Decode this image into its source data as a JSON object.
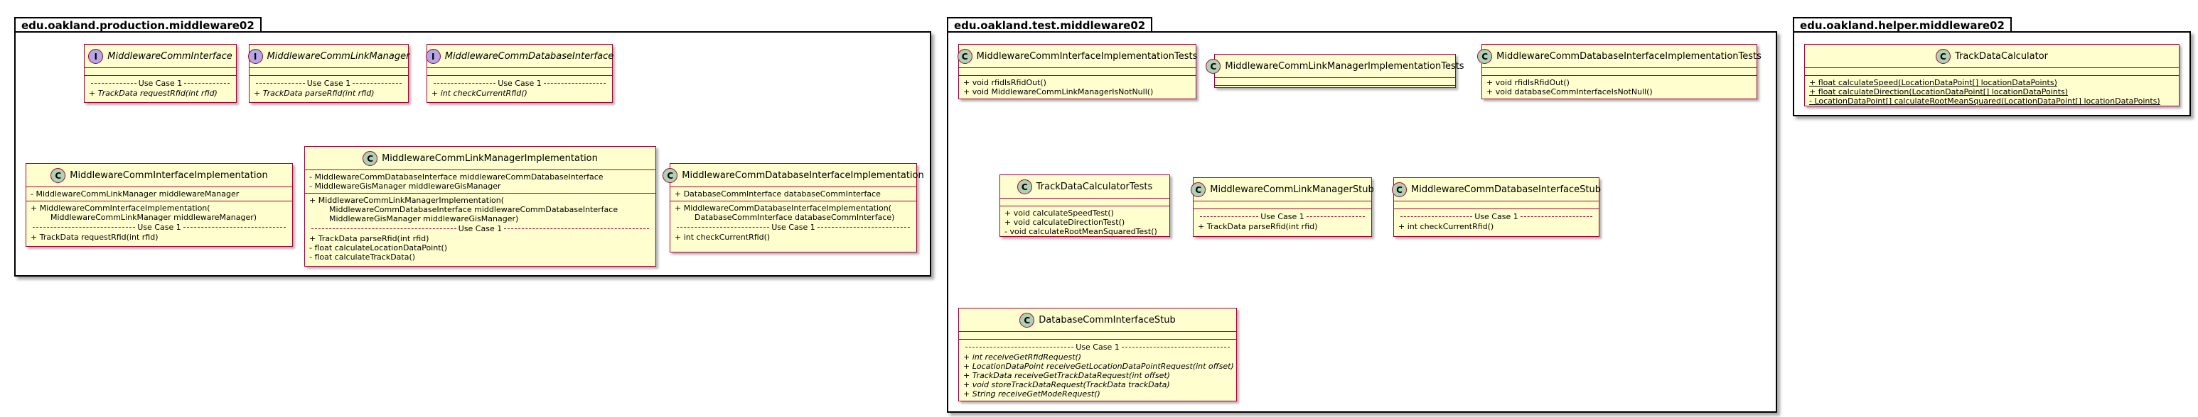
{
  "packages": {
    "production": {
      "name": "edu.oakland.production.middleware02",
      "classes": {
        "iface": {
          "name": "MiddlewareCommInterface",
          "sep": "Use Case 1",
          "m1": "+ TrackData requestRfid(int rfid)"
        },
        "link": {
          "name": "MiddlewareCommLinkManager",
          "sep": "Use Case 1",
          "m1": "+ TrackData parseRfid(int rfid)"
        },
        "dbi": {
          "name": "MiddlewareCommDatabaseInterface",
          "sep": "Use Case 1",
          "m1": "+ int checkCurrentRfid()"
        },
        "ifaceImpl": {
          "name": "MiddlewareCommInterfaceImplementation",
          "f1": "- MiddlewareCommLinkManager middlewareManager",
          "m1": "+ MiddlewareCommInterfaceImplementation(",
          "m2": "        MiddlewareCommLinkManager middlewareManager)",
          "sep": "Use Case 1",
          "m3": "+ TrackData requestRfid(int rfid)"
        },
        "linkImpl": {
          "name": "MiddlewareCommLinkManagerImplementation",
          "f1": "- MiddlewareCommDatabaseInterface middlewareCommDatabaseInterface",
          "f2": "- MiddlewareGisManager middlewareGisManager",
          "m1": "+ MiddlewareCommLinkManagerImplementation(",
          "m2": "        MiddlewareCommDatabaseInterface middlewareCommDatabaseInterface",
          "m3": "        MiddlewareGisManager middlewareGisManager)",
          "sep": "Use Case 1",
          "m4": "+ TrackData parseRfid(int rfid)",
          "m5": "- float calculateLocationDataPoint()",
          "m6": "- float calculateTrackData()"
        },
        "dbImpl": {
          "name": "MiddlewareCommDatabaseInterfaceImplementation",
          "f1": "+ DatabaseCommInterface databaseCommInterface",
          "m1": "+ MiddlewareCommDatabaseInterfaceImplementation(",
          "m2": "        DatabaseCommInterface databaseCommInterface)",
          "sep": "Use Case 1",
          "m3": "+ int checkCurrentRfid()"
        }
      }
    },
    "test": {
      "name": "edu.oakland.test.middleware02",
      "classes": {
        "ifaceTests": {
          "name": "MiddlewareCommInterfaceImplementationTests",
          "m1": "+ void rfidIsRfidOut()",
          "m2": "+ void MiddlewareCommLinkManagerIsNotNull()"
        },
        "linkTests": {
          "name": "MiddlewareCommLinkManagerImplementationTests"
        },
        "dbTests": {
          "name": "MiddlewareCommDatabaseInterfaceImplementationTests",
          "m1": "+ void rfidIsRfidOut()",
          "m2": "+ void databaseCommInterfaceIsNotNull()"
        },
        "calcTests": {
          "name": "TrackDataCalculatorTests",
          "m1": "+ void calculateSpeedTest()",
          "m2": "+ void calculateDirectionTest()",
          "m3": "- void calculateRootMeanSquaredTest()"
        },
        "linkStub": {
          "name": "MiddlewareCommLinkManagerStub",
          "sep": "Use Case 1",
          "m1": "+ TrackData parseRfid(int rfid)"
        },
        "dbStub": {
          "name": "MiddlewareCommDatabaseInterfaceStub",
          "sep": "Use Case 1",
          "m1": "+ int checkCurrentRfid()"
        },
        "dbCommStub": {
          "name": "DatabaseCommInterfaceStub",
          "sep": "Use Case 1",
          "m1": "+ int receiveGetRfidRequest()",
          "m2": "+ LocationDataPoint receiveGetLocationDataPointRequest(int offset)",
          "m3": "+ TrackData receiveGetTrackDataRequest(int offset)",
          "m4": "+ void storeTrackDataRequest(TrackData trackData)",
          "m5": "+ String receiveGetModeRequest()"
        }
      }
    },
    "helper": {
      "name": "edu.oakland.helper.middleware02",
      "classes": {
        "calc": {
          "name": "TrackDataCalculator",
          "m1": "+ float calculateSpeed(LocationDataPoint[] locationDataPoints)",
          "m2": "+ float calculateDirection(LocationDataPoint[] locationDataPoints)",
          "m3": "- LocationDataPoint[] calculateRootMeanSquared(LocationDataPoint[] locationDataPoints)"
        }
      }
    }
  },
  "colors": {
    "class_fill": "#FEFECE",
    "class_border": "#A80036",
    "class_badge": "#ADD1B2",
    "interface_badge": "#B4A7E5"
  },
  "badges": {
    "class": "C",
    "interface": "I"
  }
}
